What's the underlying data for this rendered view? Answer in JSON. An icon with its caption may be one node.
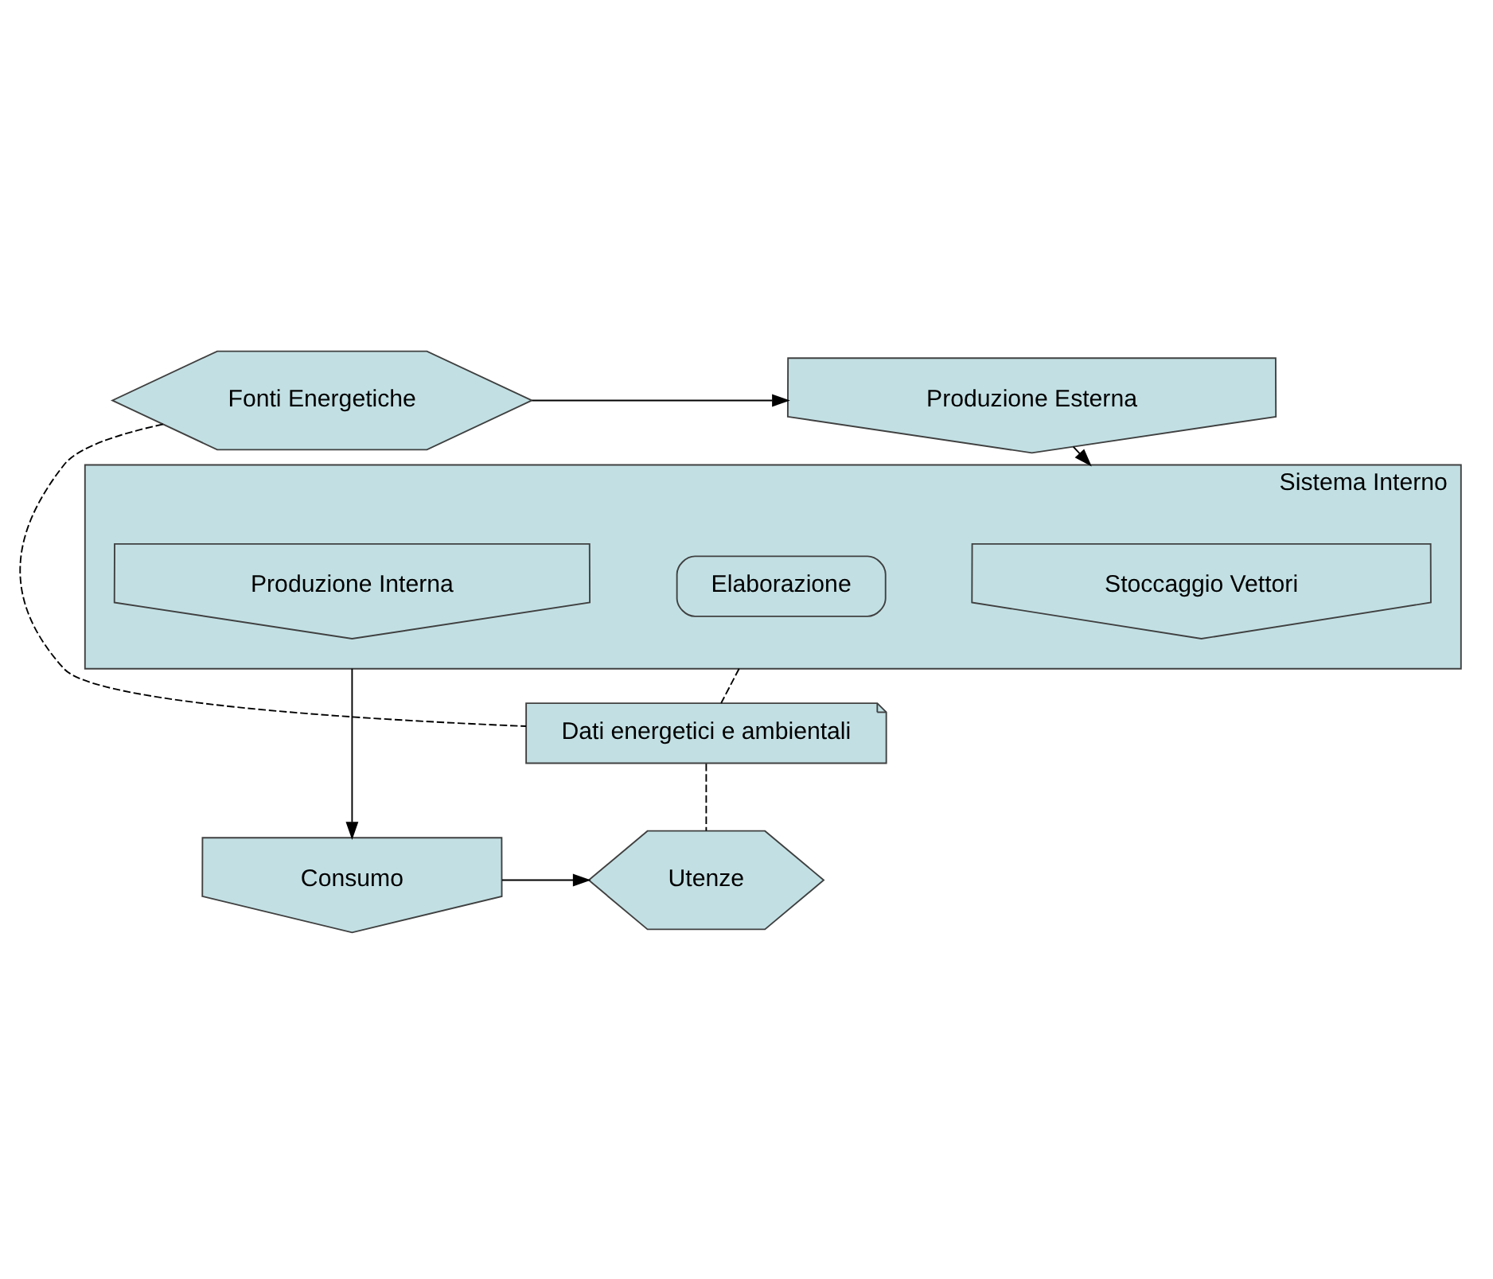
{
  "diagram": {
    "nodes": [
      {
        "text": [
          "Produzione Esterna"
        ]
      },
      {
        "text": [
          "Fonti Energetiche"
        ]
      },
      {
        "text": [
          "Sistema Interno"
        ]
      },
      {
        "text": [
          "Stoccaggio Vettori"
        ],
        "in": 2
      },
      {
        "text": [
          "Elaborazione"
        ],
        "in": 2
      },
      {
        "text": [
          "Produzione Interna"
        ],
        "in": 2
      },
      {
        "text": [
          "Dati energetici e ambientali"
        ]
      },
      {
        "text": [
          "Consumo"
        ]
      },
      {
        "text": [
          "Utenze"
        ]
      }
    ],
    "edges": [
      {
        "from": 1,
        "to": 0,
        "arrow": "to"
      },
      {
        "from": 0,
        "to": 2,
        "arrow": "to"
      },
      {
        "from": 1,
        "to": 6,
        "arrow": "none",
        "style": "dashed"
      },
      {
        "from": 2,
        "to": 6,
        "arrow": "none",
        "style": "dashed"
      },
      {
        "from": 2,
        "to": 7,
        "arrow": "to"
      },
      {
        "from": 6,
        "to": 8,
        "arrow": "none",
        "style": "dashed"
      },
      {
        "from": 7,
        "to": 8,
        "arrow": "to"
      }
    ]
  }
}
